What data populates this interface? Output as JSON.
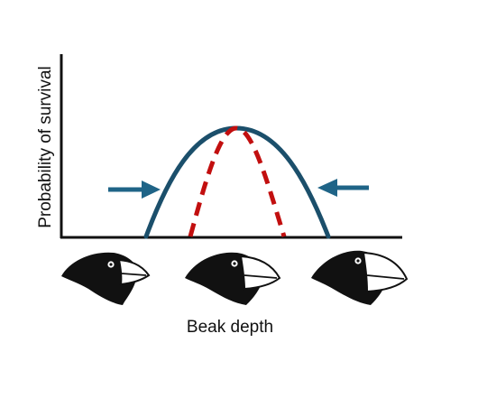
{
  "diagram": {
    "y_axis_label": "Probability of survival",
    "x_axis_label": "Beak depth",
    "colors": {
      "axis": "#111111",
      "broad_curve": "#1b4f6b",
      "narrow_curve": "#c20f0f",
      "arrows": "#1f6487",
      "bird_head": "#111111",
      "beak": "#ffffff"
    },
    "curves": [
      {
        "name": "before-selection-curve",
        "style": "solid",
        "color_key": "broad_curve"
      },
      {
        "name": "after-selection-curve",
        "style": "dashed",
        "color_key": "narrow_curve"
      }
    ],
    "arrows": [
      {
        "name": "left-arrow",
        "direction": "right"
      },
      {
        "name": "right-arrow",
        "direction": "left"
      }
    ],
    "birds": [
      {
        "name": "small-beak-finch-icon"
      },
      {
        "name": "medium-beak-finch-icon"
      },
      {
        "name": "large-beak-finch-icon"
      }
    ]
  }
}
